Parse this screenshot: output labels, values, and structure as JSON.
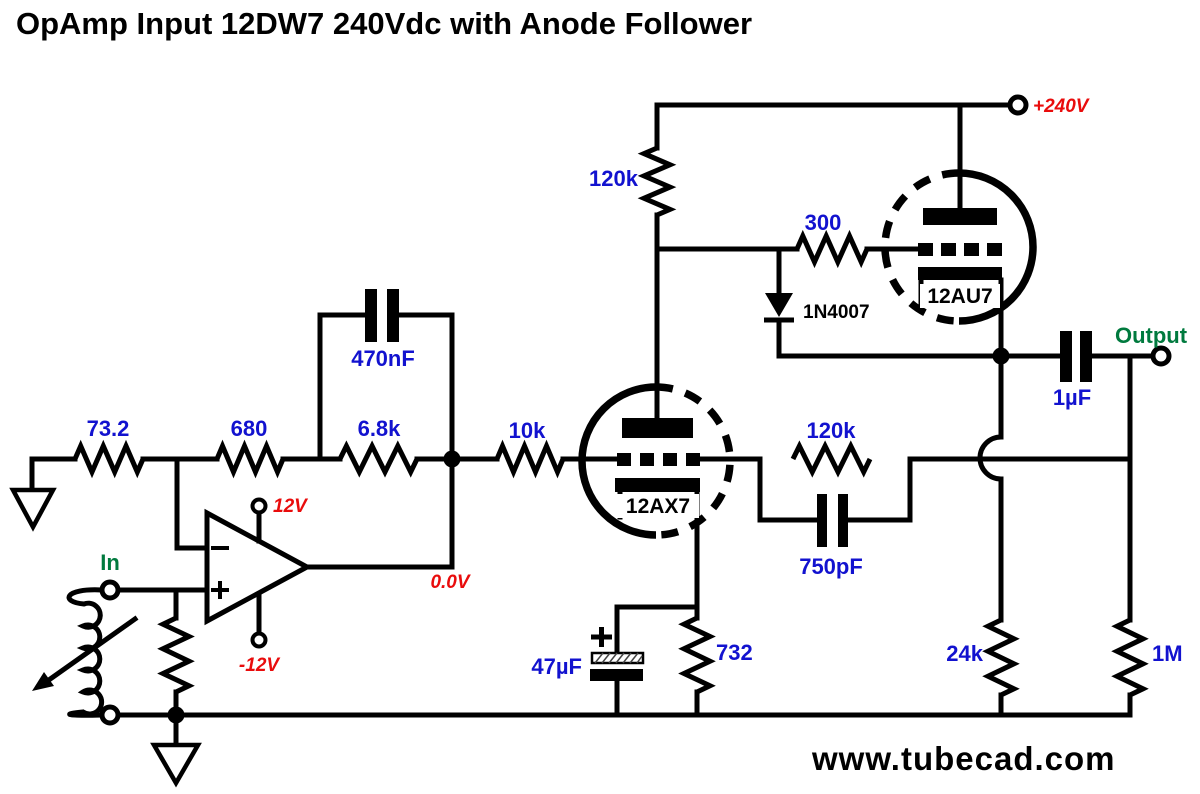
{
  "title": "OpAmp Input 12DW7 240Vdc with Anode Follower",
  "footer": {
    "website": "www.tubecad.com"
  },
  "colors": {
    "component_label": "#1212cf",
    "voltage_label": "#e90c0c",
    "signal_label": "#007a3e",
    "ink": "#000000",
    "background": "#ffffff"
  },
  "power": {
    "b_plus": "+240V",
    "opamp_positive": "12V",
    "opamp_negative": "-12V",
    "opamp_output_dc": "0.0V"
  },
  "ports": {
    "input": "In",
    "output": "Output"
  },
  "tubes": [
    {
      "name": "12AX7"
    },
    {
      "name": "12AU7"
    }
  ],
  "diode": {
    "part": "1N4007"
  },
  "opamp": {
    "inverting": "−",
    "noninverting": "+"
  },
  "resistors": [
    {
      "id": "input-shunt",
      "value": "73.2"
    },
    {
      "id": "feedback-series",
      "value": "680"
    },
    {
      "id": "opamp-feedback",
      "value": "6.8k"
    },
    {
      "id": "grid-series",
      "value": "10k"
    },
    {
      "id": "plate-load",
      "value": "120k"
    },
    {
      "id": "follower-grid",
      "value": "300"
    },
    {
      "id": "anode-feedback",
      "value": "120k"
    },
    {
      "id": "cathode",
      "value": "732"
    },
    {
      "id": "follower-cathode",
      "value": "24k"
    },
    {
      "id": "output-load",
      "value": "1M"
    }
  ],
  "capacitors": [
    {
      "id": "opamp-feedback",
      "value": "470nF"
    },
    {
      "id": "anode-feedback",
      "value": "750pF"
    },
    {
      "id": "output-coupling",
      "value": "1µF"
    },
    {
      "id": "cathode-bypass",
      "value": "47µF"
    }
  ]
}
